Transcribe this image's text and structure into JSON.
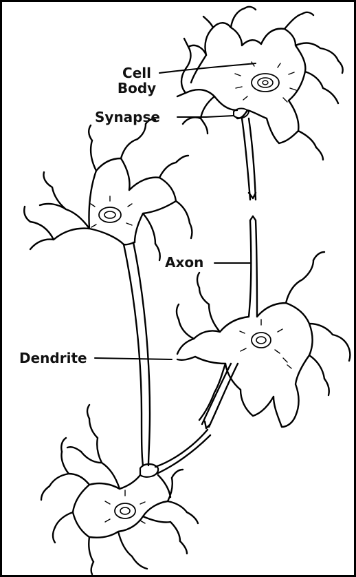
{
  "labels": {
    "cell_body_line1": "Cell",
    "cell_body_line2": "Body",
    "synapse": "Synapse",
    "axon": "Axon",
    "dendrite": "Dendrite"
  },
  "colors": {
    "ink": "#000000",
    "background": "#ffffff"
  }
}
